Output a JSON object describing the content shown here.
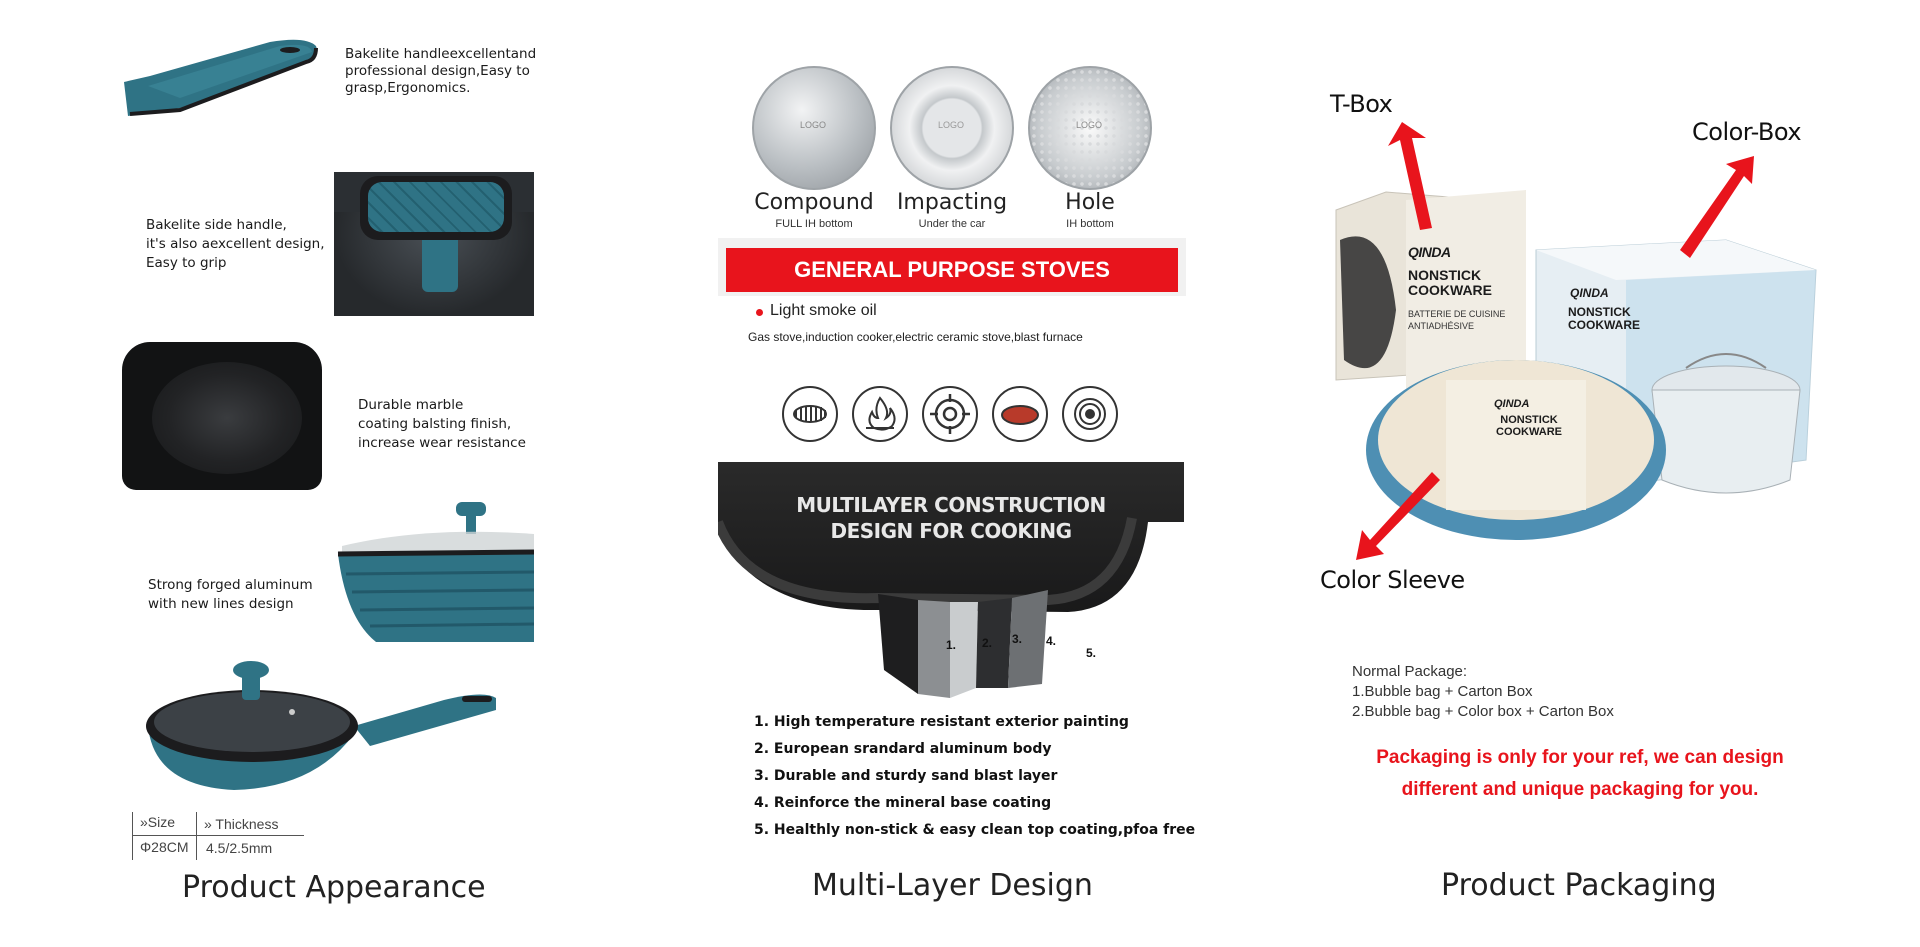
{
  "appearance": {
    "handle_text": "Bakelite handleexcellentand professional design,Easy to grasp,Ergonomics.",
    "side_handle_lines": [
      "Bakelite side handle,",
      "it's also aexcellent design,",
      "Easy to grip"
    ],
    "coating_lines": [
      "Durable marble",
      "coating balsting finish,",
      "increase wear resistance"
    ],
    "body_lines": [
      "Strong forged aluminum",
      "with new lines design"
    ],
    "spec": {
      "size_header": "»Size",
      "thickness_header": "» Thickness",
      "size_value": "Φ28CM",
      "thickness_value": "4.5/2.5mm"
    },
    "caption": "Product Appearance"
  },
  "multilayer": {
    "discs": [
      {
        "label": "Compound",
        "sub": "FULL IH bottom",
        "logo": "LOGO"
      },
      {
        "label": "Impacting",
        "sub": "Under the car",
        "logo": "LOGO"
      },
      {
        "label": "Hole",
        "sub": "IH bottom",
        "logo": "LOGO"
      }
    ],
    "banner": "GENERAL PURPOSE STOVES",
    "bullet": "Light smoke oil",
    "stoves_text": "Gas stove,induction cooker,electric ceramic stove,blast furnace",
    "stove_icons": [
      "induction-coil-icon",
      "gas-flame-icon",
      "gas-burner-icon",
      "ceramic-plate-icon",
      "hotplate-icon"
    ],
    "construction_title": [
      "MULTILAYER CONSTRUCTION",
      "DESIGN FOR COOKING"
    ],
    "layer_numbers": [
      "1.",
      "2.",
      "3.",
      "4.",
      "5."
    ],
    "layers": [
      "1. High temperature resistant exterior painting",
      "2. European srandard aluminum body",
      "3. Durable and sturdy sand blast layer",
      "4. Reinforce the mineral base coating",
      "5. Healthly non-stick & easy clean top coating,pfoa free"
    ],
    "caption": "Multi-Layer Design"
  },
  "packaging": {
    "t_box": "T-Box",
    "color_box": "Color-Box",
    "color_sleeve": "Color Sleeve",
    "brand": "QINDA",
    "box_title": [
      "NONSTICK",
      "COOKWARE"
    ],
    "box_fr": [
      "BATTERIE DE CUISINE",
      "ANTIADHÉSIVE"
    ],
    "sleeve_title": [
      "NONSTICK",
      "COOKWARE"
    ],
    "normal_package_title": "Normal Package:",
    "normal_package_items": [
      "1.Bubble bag + Carton Box",
      "2.Bubble bag + Color box + Carton Box"
    ],
    "note": [
      "Packaging is only for your ref, we can design",
      "different and unique packaging for you."
    ],
    "caption": "Product Packaging"
  },
  "colors": {
    "accent_red": "#e8141c",
    "teal": "#2f7385",
    "dark": "#1c1c1e"
  }
}
